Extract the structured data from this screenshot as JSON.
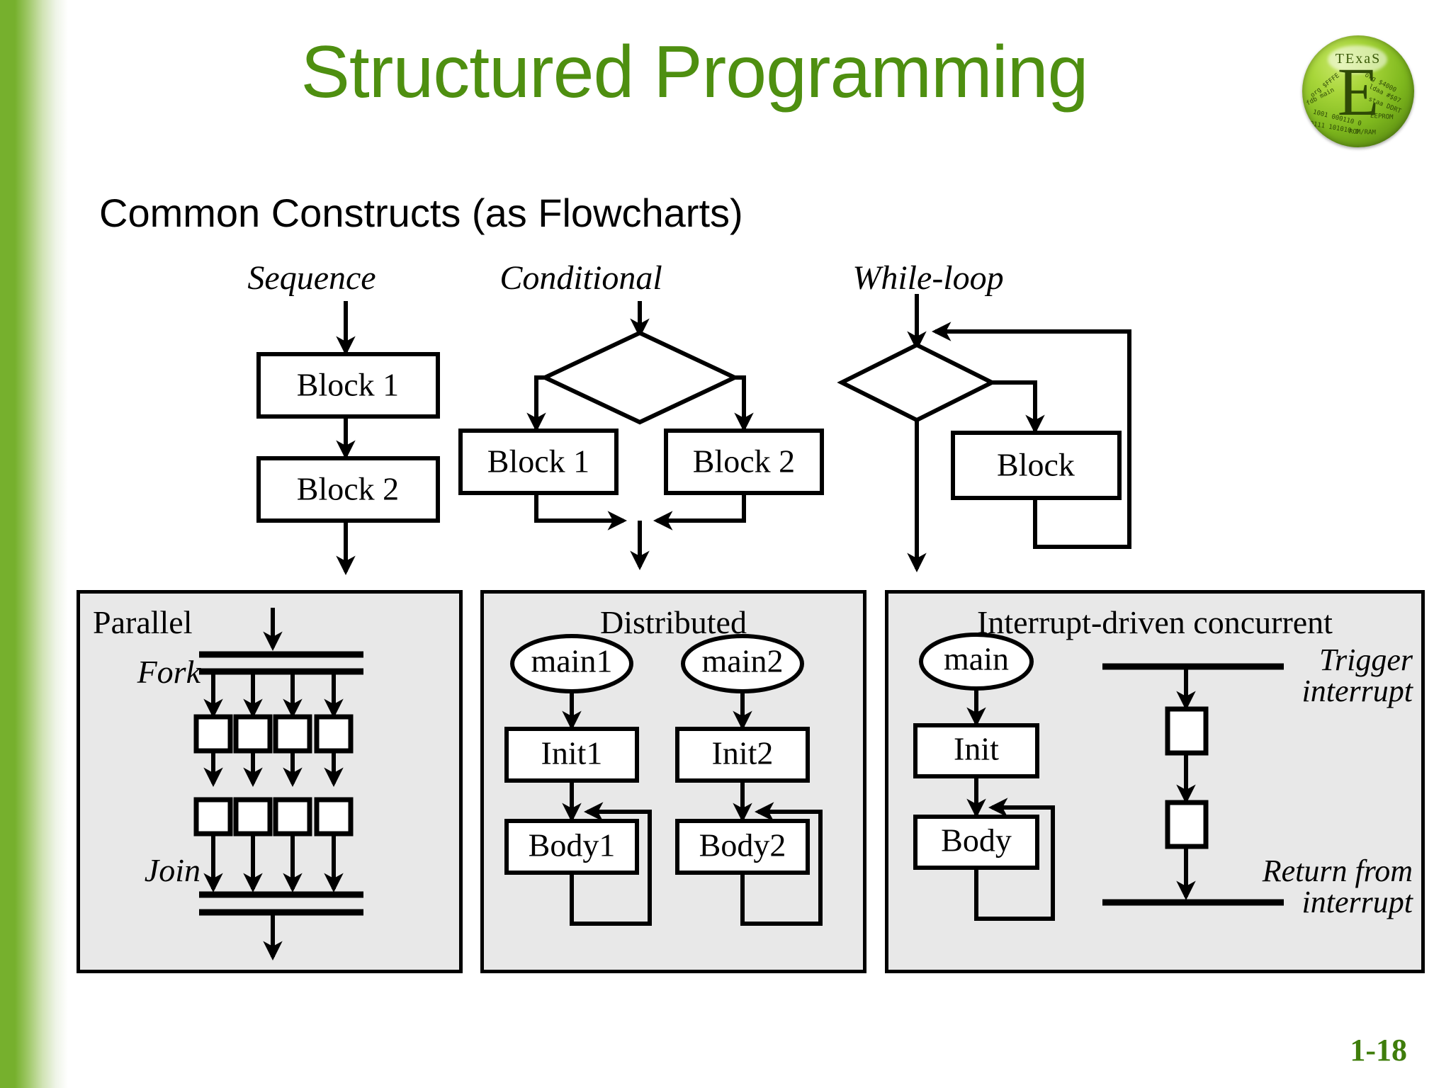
{
  "slide": {
    "title": "Structured Programming",
    "subtitle": "Common Constructs (as Flowcharts)",
    "slide_number": "1-18",
    "title_color": "#4e8f10",
    "slide_number_color": "#3f7d0b",
    "accent_stripe_color": "#76b02d",
    "panel_fill_color": "#e8e8e8"
  },
  "logo": {
    "name": "TExaS",
    "word": "TExaS",
    "letter": "E",
    "code_fragments": [
      "org $FFFE",
      "fdb main",
      "org $4000",
      "ldaa #$07",
      "staa DDRT",
      "EEPROM",
      "1001 000110 0",
      "0111 101010 0",
      "ROM/RAM"
    ]
  },
  "constructs": [
    {
      "caption": "Sequence",
      "nodes": [
        "Block 1",
        "Block 2"
      ]
    },
    {
      "caption": "Conditional",
      "nodes": [
        "Block 1",
        "Block 2"
      ]
    },
    {
      "caption": "While-loop",
      "nodes": [
        "Block"
      ]
    }
  ],
  "panels": [
    {
      "title": "Parallel",
      "labels": [
        "Fork",
        "Join"
      ],
      "lanes": 4,
      "rows": 2
    },
    {
      "title": "Distributed",
      "threads": [
        {
          "entry": "main1",
          "init": "Init1",
          "body": "Body1"
        },
        {
          "entry": "main2",
          "init": "Init2",
          "body": "Body2"
        }
      ]
    },
    {
      "title": "Interrupt-driven concurrent",
      "main_thread": {
        "entry": "main",
        "init": "Init",
        "body": "Body"
      },
      "isr_labels": {
        "trigger_line1": "Trigger",
        "trigger_line2": "interrupt",
        "return_line1": "Return from",
        "return_line2": "interrupt"
      },
      "isr_blocks": 2
    }
  ]
}
